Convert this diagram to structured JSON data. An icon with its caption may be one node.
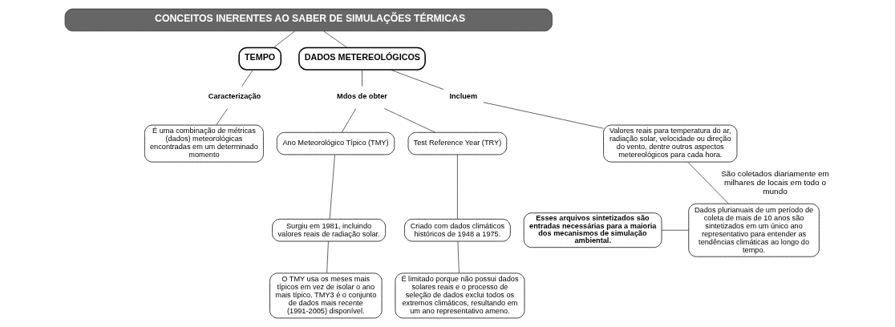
{
  "diagram": {
    "nodes": [
      {
        "text": [
          "CONCEITOS INERENTES AO SABER DE SIMULAÇÕES TÉRMICAS"
        ]
      },
      {
        "text": [
          "TEMPO"
        ]
      },
      {
        "text": [
          "Caracterização"
        ]
      },
      {
        "text": [
          "É uma combinação de métricas (dados) meteorológicas encontradas em um determinado momento"
        ]
      },
      {
        "text": [
          "DADOS METEREOLÓGICOS"
        ]
      },
      {
        "text": [
          "Incluem"
        ]
      },
      {
        "text": [
          "Valores reais para temperatura do ar, radiação solar, velocidade ou direção do vento, dentre outros aspectos metereológicos para cada hora."
        ]
      },
      {
        "text": [
          "Dados plurianuais de um período de coleta de mais de 10 anos são sintetizados em um único ano representativo para entender as tendências climáticas ao longo do tempo."
        ]
      },
      {
        "text": [
          "Esses arquivos sintetizados são entradas necessárias para a maioria dos mecanismos de simulação ambiental."
        ]
      },
      {
        "text": [
          "Mdos de obter"
        ]
      },
      {
        "text": [
          "Test Reference Year (TRY)"
        ]
      },
      {
        "text": [
          "Criado com dados climáticos históricos de 1948 a 1975."
        ]
      },
      {
        "text": [
          "É limitado porque não possui dados solares reais e o processo de seleção de dados exclui todos os extremos climáticos, resultando em um ano representativo ameno."
        ]
      },
      {
        "text": [
          "Ano Meteorológico Típico (TMY)"
        ]
      },
      {
        "text": [
          "Surgiu em 1981, incluindo valores reais de radiação solar."
        ]
      },
      {
        "text": [
          "O TMY usa os meses mais típicos em vez de isolar o ano mais típico. TMY3 é o conjunto de dados mais recente (1991-2005) disponível."
        ]
      }
    ],
    "edges": [
      {
        "from": 0,
        "to": 1,
        "arrow": "none"
      },
      {
        "from": 0,
        "to": 4,
        "arrow": "none"
      },
      {
        "from": 1,
        "to": 2,
        "arrow": "none"
      },
      {
        "from": 2,
        "to": 3,
        "arrow": "none"
      },
      {
        "from": 4,
        "to": 5,
        "arrow": "none"
      },
      {
        "from": 5,
        "to": 6,
        "arrow": "none"
      },
      {
        "from": 6,
        "to": 7,
        "label": "São coletados diariamente em milhares de locais em todo o mundo",
        "arrow": "none"
      },
      {
        "from": 8,
        "to": 7,
        "arrow": "none"
      },
      {
        "from": 4,
        "to": 9,
        "arrow": "none"
      },
      {
        "from": 9,
        "to": 10,
        "arrow": "none"
      },
      {
        "from": 9,
        "to": 13,
        "arrow": "none"
      },
      {
        "from": 10,
        "to": 11,
        "arrow": "none"
      },
      {
        "from": 11,
        "to": 12,
        "arrow": "none"
      },
      {
        "from": 13,
        "to": 14,
        "arrow": "none"
      },
      {
        "from": 14,
        "to": 15,
        "arrow": "none"
      }
    ]
  }
}
